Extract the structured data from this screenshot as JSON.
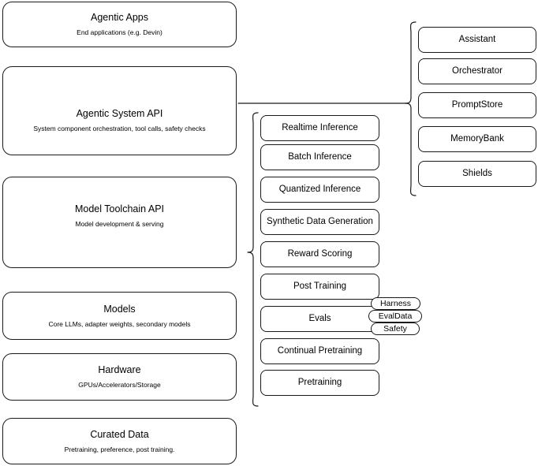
{
  "diagram": {
    "title": "Agentic stack layered architecture",
    "stroke_color": "#1a1a1a",
    "background_color": "#ffffff",
    "text_color": "#000000"
  },
  "layers": [
    {
      "id": "agentic-apps",
      "title": "Agentic Apps",
      "subtitle": "End applications (e.g. Devin)"
    },
    {
      "id": "agentic-system-api",
      "title": "Agentic System API",
      "subtitle": "System component orchestration, tool calls, safety checks"
    },
    {
      "id": "model-toolchain-api",
      "title": "Model Toolchain API",
      "subtitle": "Model development & serving"
    },
    {
      "id": "models",
      "title": "Models",
      "subtitle": "Core LLMs, adapter weights, secondary models"
    },
    {
      "id": "hardware",
      "title": "Hardware",
      "subtitle": "GPUs/Accelerators/Storage"
    },
    {
      "id": "curated-data",
      "title": "Curated Data",
      "subtitle": "Pretraining, preference, post training."
    }
  ],
  "toolchain_capabilities": [
    {
      "label": "Realtime Inference"
    },
    {
      "label": "Batch Inference"
    },
    {
      "label": "Quantized Inference"
    },
    {
      "label": "Synthetic Data Generation"
    },
    {
      "label": "Reward Scoring"
    },
    {
      "label": "Post Training"
    },
    {
      "label": "Evals"
    },
    {
      "label": "Continual Pretraining"
    },
    {
      "label": "Pretraining"
    }
  ],
  "evals_chips": [
    {
      "label": "Harness"
    },
    {
      "label": "EvalData"
    },
    {
      "label": "Safety"
    }
  ],
  "system_components": [
    {
      "label": "Assistant"
    },
    {
      "label": "Orchestrator"
    },
    {
      "label": "PromptStore"
    },
    {
      "label": "MemoryBank"
    },
    {
      "label": "Shields"
    }
  ]
}
